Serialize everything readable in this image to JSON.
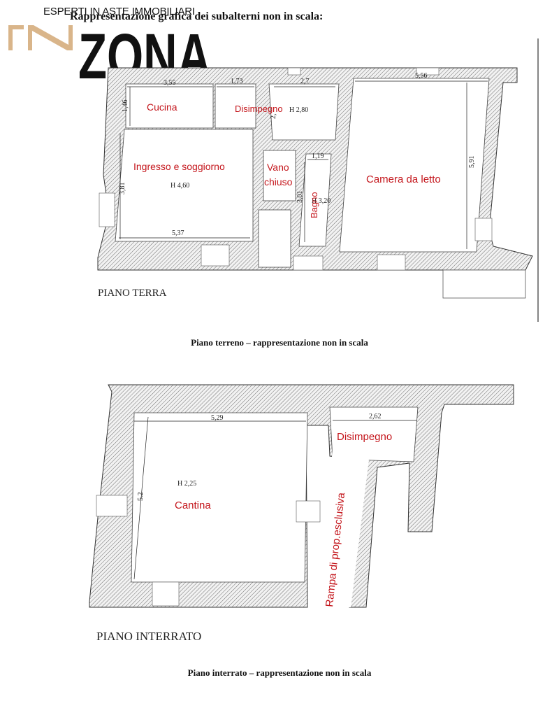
{
  "logo": {
    "tagline": "ESPERTI IN ASTE IMMOBILIARI",
    "word": "ZONA",
    "brand_color": "#d9b58a"
  },
  "heading": "Rappresentazione grafica dei subalterni non in scala:",
  "ground_floor": {
    "title": "PIANO TERRA",
    "caption": "Piano terreno – rappresentazione non in scala",
    "rooms": {
      "cucina": "Cucina",
      "disimpegno": "Disimpegno",
      "soggiorno": "Ingresso e soggiorno",
      "vano_line1": "Vano",
      "vano_line2": "chiuso",
      "bagno": "Bagno",
      "camera": "Camera da letto"
    },
    "heights": {
      "soggiorno": "H 4,60",
      "disimpegno": "H 2,80",
      "bagno": "H 3,20"
    },
    "dimensions": {
      "cucina_w": "3,55",
      "cucina_h": "1,46",
      "disimpegno_w": "1,73",
      "disimpegno2_w": "2,7",
      "disimpegno2_h": "2,",
      "camera_w": "5,56",
      "camera_h": "5,91",
      "soggiorno_h": "3,81",
      "soggiorno_w": "5,37",
      "bagno_w": "1,19",
      "bagno_h": "3,01"
    }
  },
  "basement": {
    "title": "PIANO INTERRATO",
    "caption": "Piano interrato – rappresentazione non in scala",
    "rooms": {
      "cantina": "Cantina",
      "disimpegno": "Disimpegno",
      "rampa": "Rampa di prop.esclusiva"
    },
    "heights": {
      "cantina": "H 2,25"
    },
    "dimensions": {
      "cantina_w": "5,29",
      "cantina_h": "5.2",
      "disimpegno_w": "2,62"
    }
  }
}
